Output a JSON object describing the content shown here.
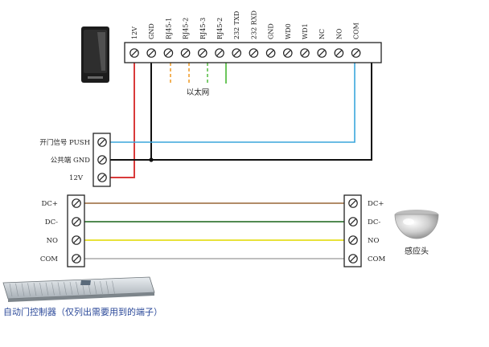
{
  "colors": {
    "red": "#d93a3a",
    "black": "#111111",
    "blue": "#3aa6dc",
    "brown": "#a67c52",
    "green": "#3a7a3a",
    "yellow": "#e8e23a",
    "grey": "#aaaaaa",
    "orange_dash": "#f0a030",
    "green_dash": "#5cbf4a",
    "caption_blue": "#2c4a9a"
  },
  "icons": {
    "reader": "card-reader-device-icon",
    "controller": "door-controller-device-icon",
    "sensor": "dome-sensor-icon"
  },
  "reader_terminals": [
    "12V",
    "GND",
    "RJ45-1",
    "RJ45-2",
    "RJ45-3",
    "RJ45-2",
    "232 TXD",
    "232 RXD",
    "GND",
    "WD0",
    "WD1",
    "NC",
    "NO",
    "COM"
  ],
  "ethernet_label": "以太网",
  "push_block": {
    "labels": [
      "开门信号 PUSH",
      "公共端 GND",
      "12V"
    ]
  },
  "controller_block": {
    "labels": [
      "DC+",
      "DC-",
      "NO",
      "COM"
    ]
  },
  "sensor_block": {
    "labels": [
      "DC+",
      "DC-",
      "NO",
      "COM"
    ]
  },
  "sensor_label": "感应头",
  "controller_caption": "自动门控制器（仅列出需要用到的端子）"
}
